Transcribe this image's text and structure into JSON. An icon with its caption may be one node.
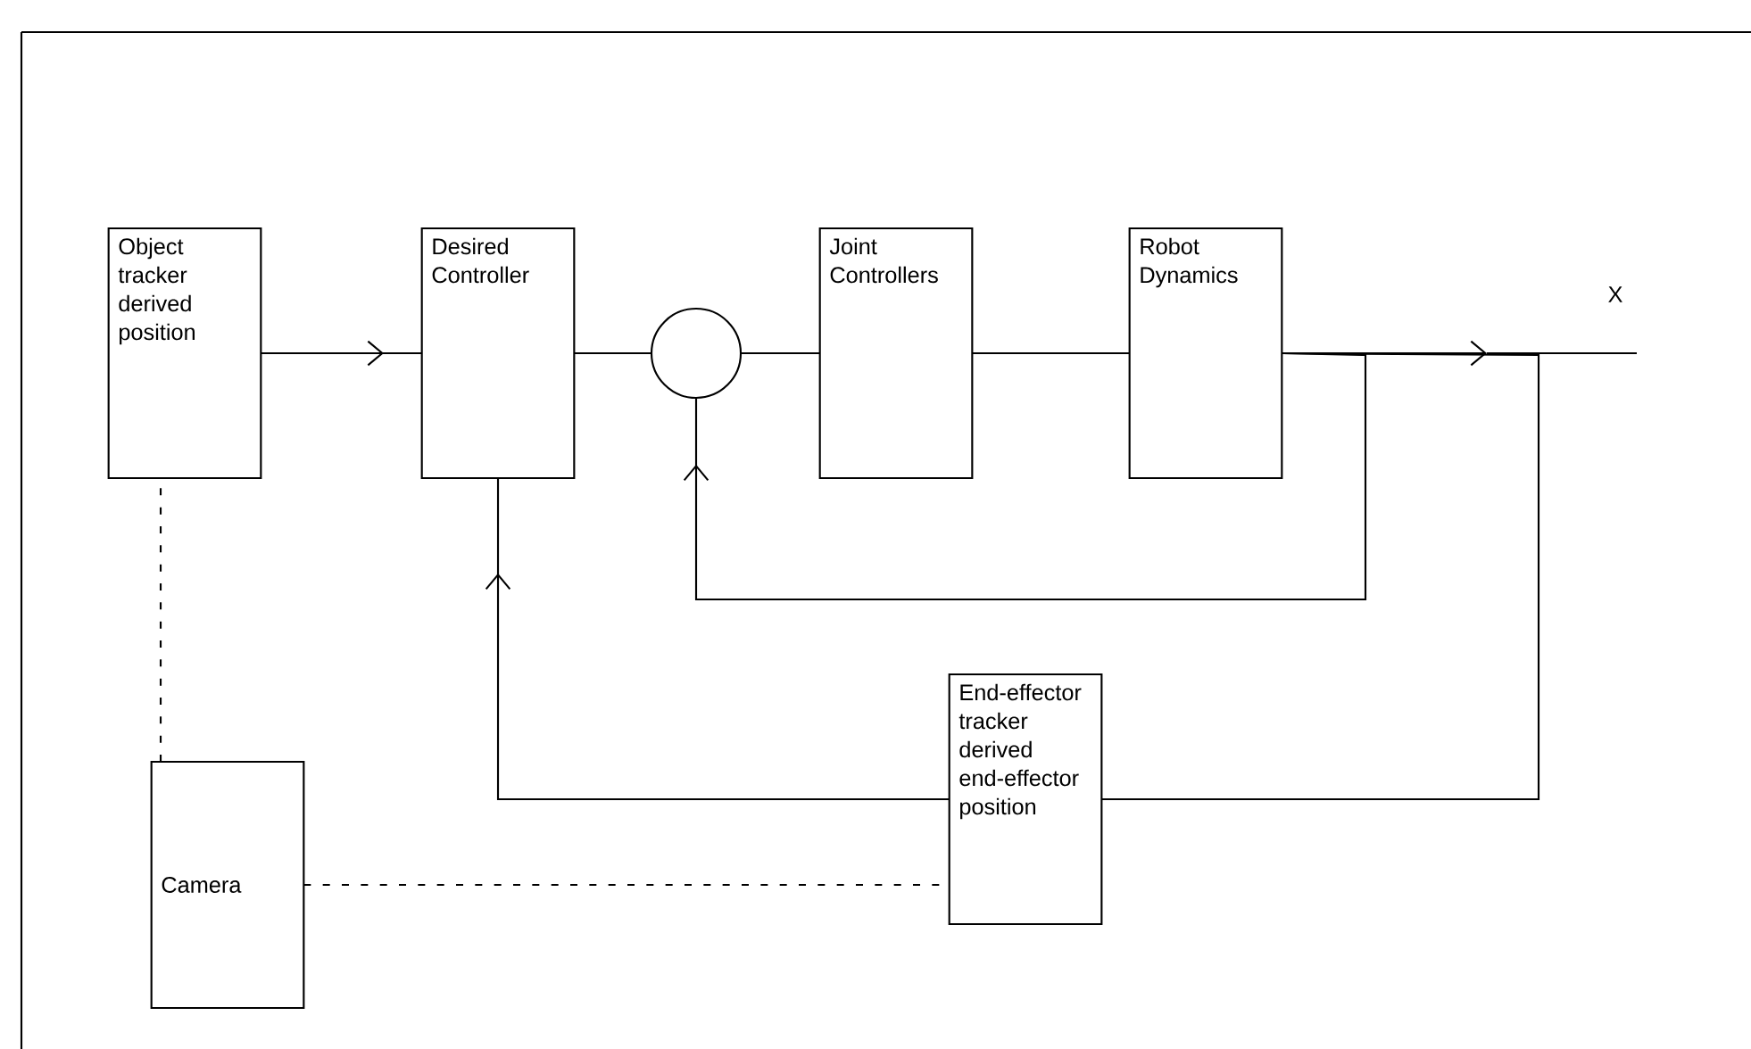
{
  "diagram": {
    "nodes": [
      {
        "text": [
          "Object tracker derived position"
        ]
      },
      {
        "text": [
          "Desired Controller"
        ]
      },
      {
        "text": [],
        "shape": "circle"
      },
      {
        "text": [
          "Joint Controllers"
        ]
      },
      {
        "text": [
          "Robot Dynamics"
        ]
      },
      {
        "text": [
          "End-effector tracker derived end-effector position"
        ]
      },
      {
        "text": [
          "Camera"
        ]
      }
    ],
    "edges": [
      {
        "from": 0,
        "to": 1,
        "arrow": "to"
      },
      {
        "from": 1,
        "to": 2,
        "arrow": "none"
      },
      {
        "from": 2,
        "to": 3,
        "arrow": "none"
      },
      {
        "from": 3,
        "to": 4,
        "arrow": "none"
      },
      {
        "from": 4,
        "to": null,
        "arrow": "to"
      },
      {
        "from": 4,
        "to": 2,
        "arrow": "to"
      },
      {
        "from": 4,
        "to": 5,
        "arrow": "none"
      },
      {
        "from": 5,
        "to": 1,
        "arrow": "to"
      },
      {
        "from": 6,
        "to": 0,
        "arrow": "none",
        "style": "dashed"
      },
      {
        "from": 6,
        "to": 5,
        "arrow": "none",
        "style": "dashed"
      }
    ],
    "labels": [
      "X"
    ]
  }
}
